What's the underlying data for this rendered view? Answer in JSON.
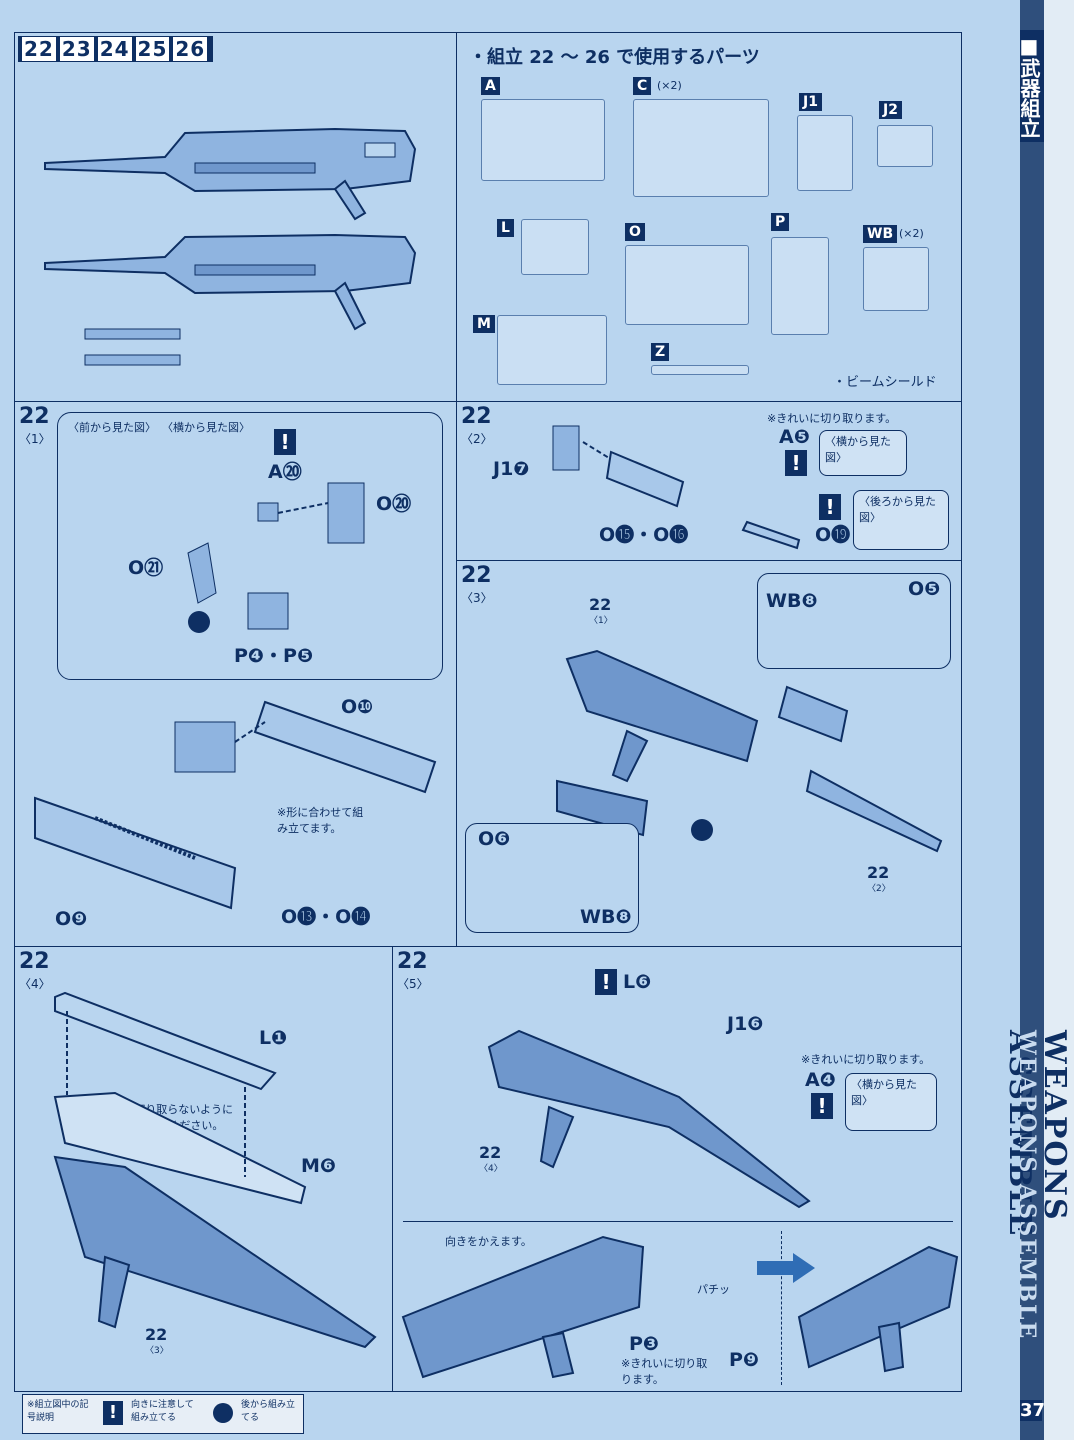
{
  "header": {
    "steps": [
      "22",
      "23",
      "24",
      "25",
      "26"
    ],
    "parts_title": "・組立 22 ～ 26 で使用するパーツ",
    "parts_note": "・ビームシールド"
  },
  "runners": [
    {
      "id": "A",
      "extra": ""
    },
    {
      "id": "C",
      "extra": "(×2)"
    },
    {
      "id": "J1",
      "extra": ""
    },
    {
      "id": "J2",
      "extra": ""
    },
    {
      "id": "L",
      "extra": ""
    },
    {
      "id": "O",
      "extra": ""
    },
    {
      "id": "P",
      "extra": ""
    },
    {
      "id": "WB",
      "extra": "(×2)"
    },
    {
      "id": "M",
      "extra": ""
    },
    {
      "id": "Z",
      "extra": ""
    }
  ],
  "sidebar": {
    "section_jp": "■武器組立",
    "section_en": "WEAPONS ASSEMBLE",
    "page_number": "37"
  },
  "steps": {
    "s1": {
      "num": "22",
      "sub": "〈1〉",
      "front_view": "〈前から見た図〉",
      "side_view": "〈横から見た図〉",
      "parts": [
        "A⑳",
        "O⑳",
        "O㉑",
        "P❹・P❺",
        "O❿",
        "O❾",
        "O⓭・O⓮"
      ],
      "note": "※形に合わせて組み立てます。"
    },
    "s2": {
      "num": "22",
      "sub": "〈2〉",
      "note_clean": "※きれいに切り取ります。",
      "side_view": "〈横から見た図〉",
      "rear_view": "〈後ろから見た図〉",
      "parts": [
        "J1❼",
        "A❺",
        "O⓯・O⓰",
        "O⓳"
      ]
    },
    "s3": {
      "num": "22",
      "sub": "〈3〉",
      "parts": [
        "WB❽",
        "O❺",
        "O❻",
        "WB❽"
      ],
      "ref1": "22",
      "ref1_sub": "〈1〉",
      "ref2": "22",
      "ref2_sub": "〈2〉"
    },
    "s4": {
      "num": "22",
      "sub": "〈4〉",
      "parts": [
        "L❶",
        "M❻"
      ],
      "note": "※切り取らないように注意してください。",
      "ref": "22",
      "ref_sub": "〈3〉"
    },
    "s5": {
      "num": "22",
      "sub": "〈5〉",
      "parts": [
        "L❻",
        "J1❻",
        "A❹",
        "P❸",
        "P❾"
      ],
      "note_clean": "※きれいに切り取ります。",
      "side_view": "〈横から見た図〉",
      "ref": "22",
      "ref_sub": "〈4〉",
      "turn_note": "向きをかえます。",
      "click": "パチッ",
      "note_clean2": "※きれいに切り取ります。"
    }
  },
  "legend": {
    "title": "※組立図中の記号説明",
    "warn_label": "向きに注意して組み立てる",
    "back_label": "後から組み立てる"
  }
}
